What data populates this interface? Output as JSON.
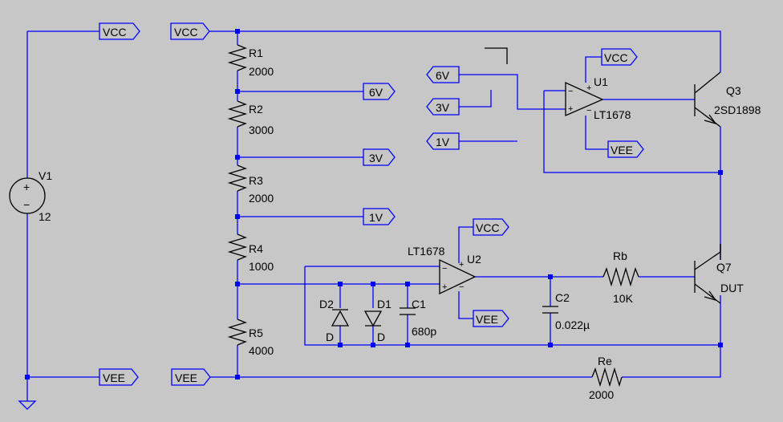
{
  "colors": {
    "background": "#c7c7c7",
    "wire": "#0000ff",
    "symbol": "#000000"
  },
  "source": {
    "name": "V1",
    "value": "12",
    "plus": "+",
    "minus": "−"
  },
  "labels": {
    "vcc": "VCC",
    "vee": "VEE",
    "v6": "6V",
    "v3": "3V",
    "v1": "1V"
  },
  "resistors": {
    "r1": {
      "name": "R1",
      "value": "2000"
    },
    "r2": {
      "name": "R2",
      "value": "3000"
    },
    "r3": {
      "name": "R3",
      "value": "2000"
    },
    "r4": {
      "name": "R4",
      "value": "1000"
    },
    "r5": {
      "name": "R5",
      "value": "4000"
    },
    "rb": {
      "name": "Rb",
      "value": "10K"
    },
    "re": {
      "name": "Re",
      "value": "2000"
    }
  },
  "opamps": {
    "u1": {
      "name": "U1",
      "model": "LT1678"
    },
    "u2": {
      "name": "U2",
      "model": "LT1678"
    },
    "minus": "−",
    "plus": "+"
  },
  "transistors": {
    "q3": {
      "name": "Q3",
      "model": "2SD1898"
    },
    "q7": {
      "name": "Q7",
      "model": "DUT"
    }
  },
  "diodes": {
    "d1": {
      "name": "D1",
      "model": "D"
    },
    "d2": {
      "name": "D2",
      "model": "D"
    }
  },
  "capacitors": {
    "c1": {
      "name": "C1",
      "value": "680p"
    },
    "c2": {
      "name": "C2",
      "value": "0.022µ"
    }
  }
}
